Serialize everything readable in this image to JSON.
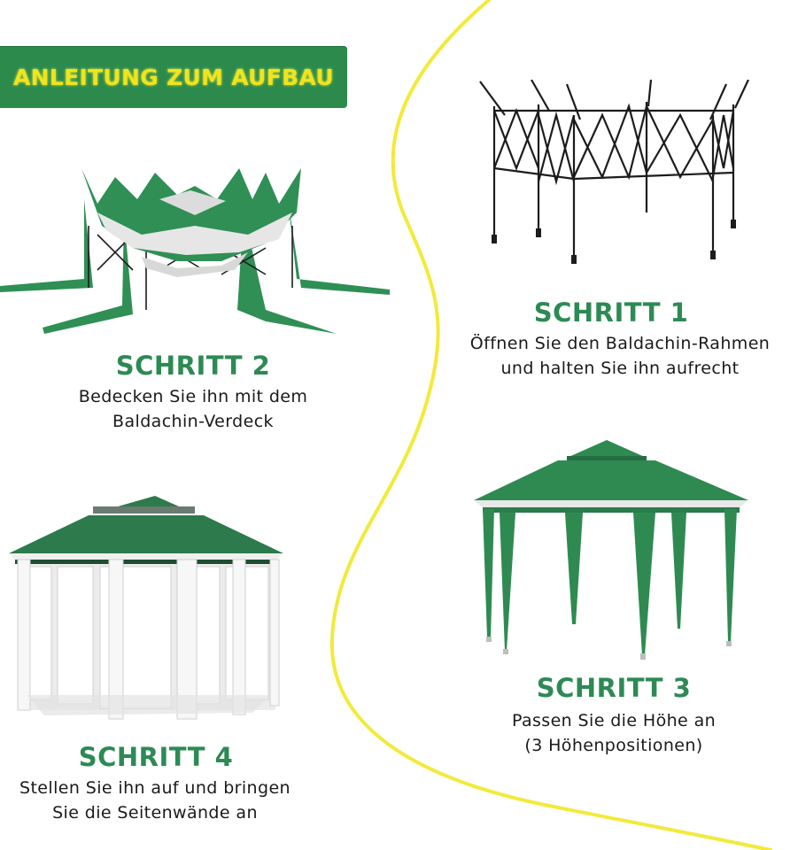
{
  "banner": {
    "title": "ANLEITUNG ZUM AUFBAU"
  },
  "steps": [
    {
      "title": "SCHRITT 1",
      "lines": [
        "Öffnen Sie den Baldachin-Rahmen",
        "und halten Sie ihn aufrecht"
      ]
    },
    {
      "title": "SCHRITT 2",
      "lines": [
        "Bedecken Sie ihn mit dem",
        "Baldachin-Verdeck"
      ]
    },
    {
      "title": "SCHRITT 3",
      "lines": [
        "Passen Sie die Höhe an",
        "(3 Höhenpositionen)"
      ]
    },
    {
      "title": "SCHRITT 4",
      "lines": [
        "Stellen Sie ihn auf und bringen",
        "Sie die Seitenwände an"
      ]
    }
  ],
  "colors": {
    "brand_green": "#2b8a4c",
    "title_green": "#2d8a54",
    "banner_text": "#f2e31a",
    "divider": "#f2ea3a"
  },
  "icons": [
    "frame-illustration",
    "canopy-illustration",
    "gazebo-illustration",
    "gazebo-sidewalls-illustration"
  ]
}
